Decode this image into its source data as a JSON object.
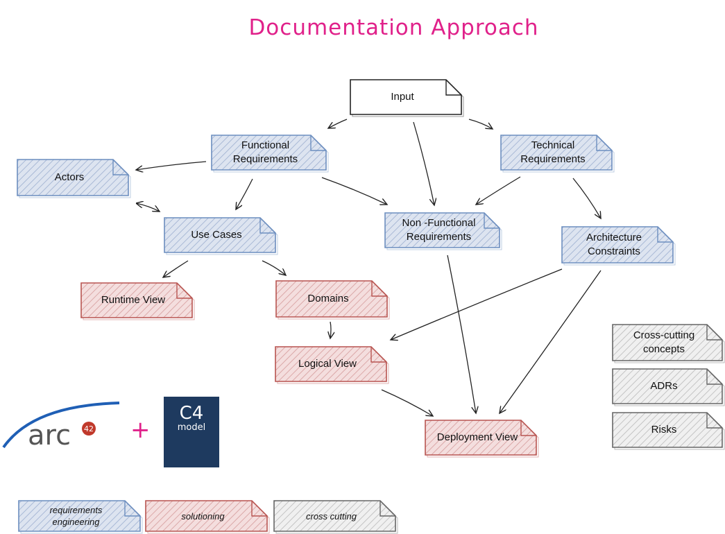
{
  "title": "Documentation Approach",
  "colors": {
    "title": "#e0218a",
    "requirements_fill": "#cfd8e8",
    "requirements_stroke": "#6c8ebf",
    "solutioning_fill": "#efcfcf",
    "solutioning_stroke": "#b85450",
    "crosscutting_fill": "#e6e6e6",
    "crosscutting_stroke": "#666666",
    "input_fill": "#ffffff"
  },
  "nodes": [
    {
      "id": "input",
      "label": "Input",
      "category": "input"
    },
    {
      "id": "functional",
      "label": "Functional\nRequirements",
      "category": "requirements"
    },
    {
      "id": "technical",
      "label": "Technical\nRequirements",
      "category": "requirements"
    },
    {
      "id": "actors",
      "label": "Actors",
      "category": "requirements"
    },
    {
      "id": "usecases",
      "label": "Use Cases",
      "category": "requirements"
    },
    {
      "id": "nonfunctional",
      "label": "Non -Functional\nRequirements",
      "category": "requirements"
    },
    {
      "id": "constraints",
      "label": "Architecture\nConstraints",
      "category": "requirements"
    },
    {
      "id": "runtime",
      "label": "Runtime View",
      "category": "solutioning"
    },
    {
      "id": "domains",
      "label": "Domains",
      "category": "solutioning"
    },
    {
      "id": "logical",
      "label": "Logical View",
      "category": "solutioning"
    },
    {
      "id": "deployment",
      "label": "Deployment View",
      "category": "solutioning"
    },
    {
      "id": "crosscut",
      "label": "Cross-cutting\nconcepts",
      "category": "crosscutting"
    },
    {
      "id": "adrs",
      "label": "ADRs",
      "category": "crosscutting"
    },
    {
      "id": "risks",
      "label": "Risks",
      "category": "crosscutting"
    }
  ],
  "edges": [
    {
      "from": "input",
      "to": "functional"
    },
    {
      "from": "input",
      "to": "technical"
    },
    {
      "from": "input",
      "to": "nonfunctional"
    },
    {
      "from": "functional",
      "to": "actors"
    },
    {
      "from": "functional",
      "to": "usecases"
    },
    {
      "from": "functional",
      "to": "nonfunctional"
    },
    {
      "from": "technical",
      "to": "nonfunctional"
    },
    {
      "from": "technical",
      "to": "constraints"
    },
    {
      "from": "actors",
      "to": "usecases",
      "bidirectional": true
    },
    {
      "from": "usecases",
      "to": "runtime"
    },
    {
      "from": "usecases",
      "to": "domains"
    },
    {
      "from": "domains",
      "to": "logical"
    },
    {
      "from": "constraints",
      "to": "logical"
    },
    {
      "from": "constraints",
      "to": "deployment"
    },
    {
      "from": "nonfunctional",
      "to": "deployment"
    },
    {
      "from": "logical",
      "to": "deployment"
    }
  ],
  "legend": [
    {
      "label": "requirements\nengineering",
      "category": "requirements"
    },
    {
      "label": "solutioning",
      "category": "solutioning"
    },
    {
      "label": "cross cutting",
      "category": "crosscutting"
    }
  ],
  "logos": {
    "arc42_text": "arc",
    "arc42_badge": "42",
    "plus": "+",
    "c4_title": "C4",
    "c4_subtitle": "model"
  }
}
